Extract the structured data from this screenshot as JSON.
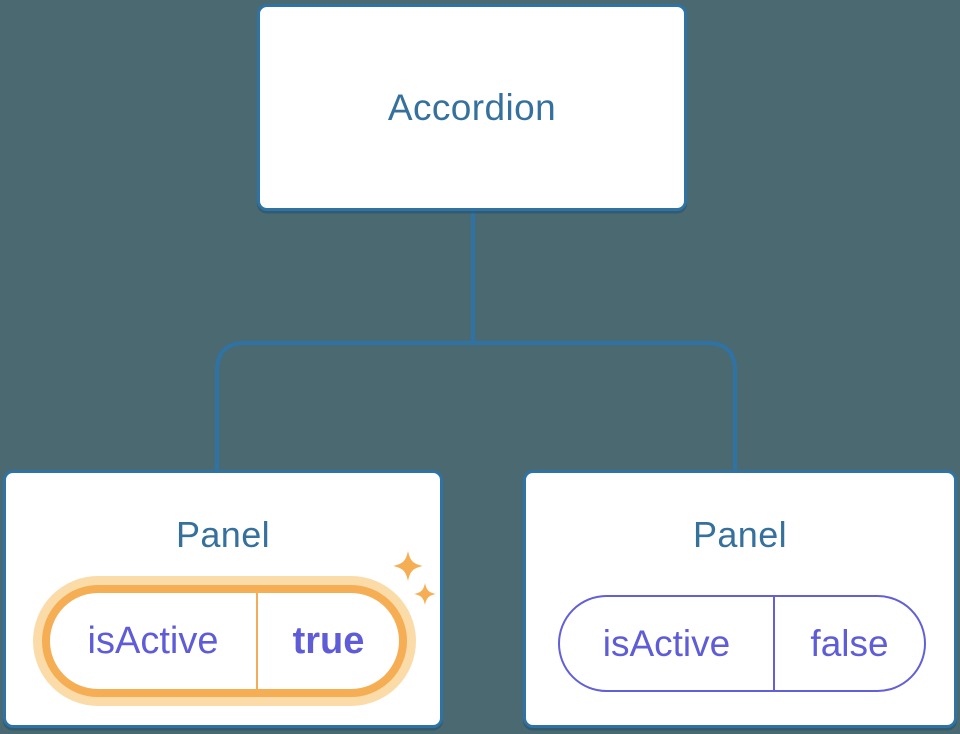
{
  "diagram": {
    "type": "component-tree",
    "root": {
      "label": "Accordion"
    },
    "panels": [
      {
        "label": "Panel",
        "state": {
          "name": "isActive",
          "value": "true"
        },
        "highlighted": true
      },
      {
        "label": "Panel",
        "state": {
          "name": "isActive",
          "value": "false"
        },
        "highlighted": false
      }
    ],
    "icons": {
      "sparkles": "sparkles-icon"
    },
    "colors": {
      "background": "#4B6971",
      "node_fill": "#FFFFFF",
      "node_border_blue": "#2E73A4",
      "connector_blue": "#2E73A4",
      "label_blue": "#35719C",
      "state_purple": "#5E5CD6",
      "inactive_pill_border": "#625FD7",
      "highlight_orange": "#F6AE55",
      "highlight_halo": "#FBDCA9"
    }
  }
}
